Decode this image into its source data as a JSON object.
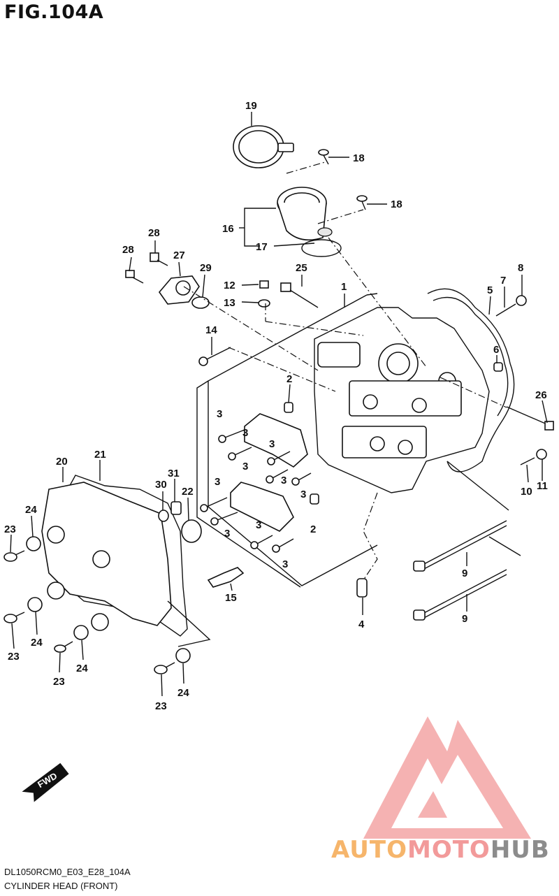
{
  "figure": {
    "title": "FIG.104A"
  },
  "callouts": {
    "c19": "19",
    "c18a": "18",
    "c18b": "18",
    "c16": "16",
    "c17": "17",
    "c28a": "28",
    "c28b": "28",
    "c27": "27",
    "c29": "29",
    "c25": "25",
    "c12": "12",
    "c13": "13",
    "c1": "1",
    "c5": "5",
    "c7": "7",
    "c8": "8",
    "c14": "14",
    "c6": "6",
    "c2a": "2",
    "c26": "26",
    "c3a": "3",
    "c3b": "3",
    "c3c": "3",
    "c3d": "3",
    "c3e": "3",
    "c3f": "3",
    "c3g": "3",
    "c3h": "3",
    "c10": "10",
    "c11": "11",
    "c20": "20",
    "c21": "21",
    "c31": "31",
    "c30": "30",
    "c22": "22",
    "c2b": "2",
    "c24a": "24",
    "c23a": "23",
    "c9a": "9",
    "c9b": "9",
    "c15": "15",
    "c4": "4",
    "c24b": "24",
    "c23b": "23",
    "c23c": "23",
    "c24c": "24",
    "c23d": "23",
    "c24d": "24"
  },
  "fwd_label": "FWD",
  "footer": {
    "code": "DL1050RCM0_E03_E28_104A",
    "caption": "CYLINDER HEAD (FRONT)"
  },
  "watermark": {
    "part1": "AUTO",
    "part2": "MOTO",
    "part3": "HUB",
    "color_auto": "#f6b56b",
    "color_moto": "#f29a9a",
    "color_hub": "#8c8c8c"
  }
}
